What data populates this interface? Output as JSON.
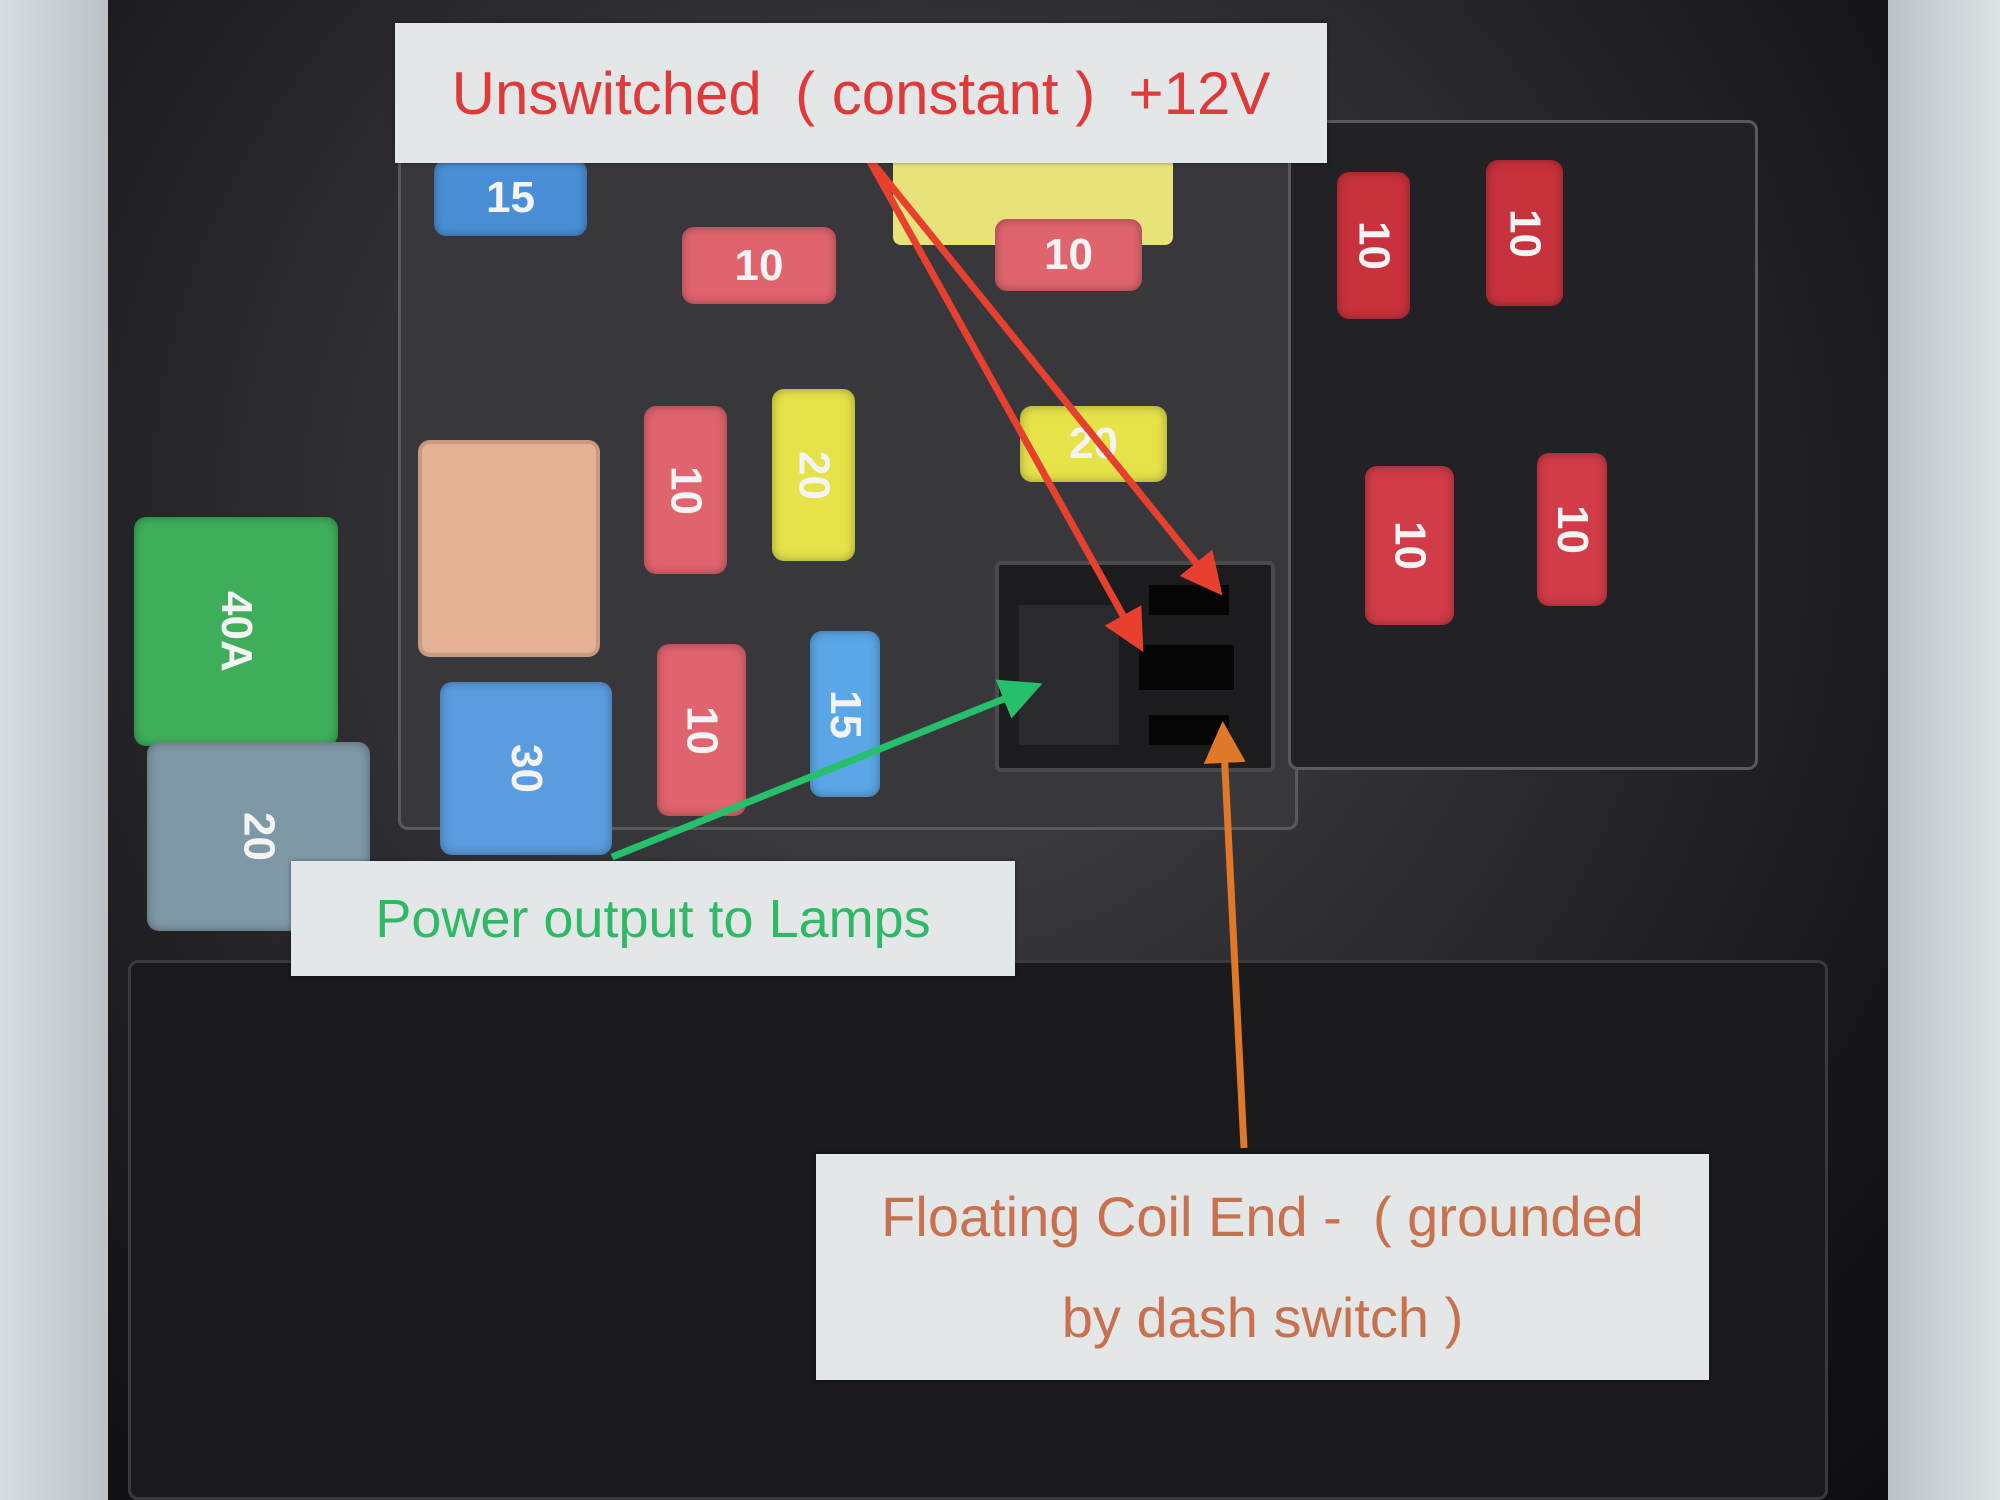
{
  "annotations": {
    "unswitched": {
      "text": "Unswitched  ( constant )  +12V",
      "color": "#e0393a"
    },
    "power_output": {
      "text": "Power output to Lamps",
      "color": "#2fb866"
    },
    "floating_coil": {
      "line1": "Floating Coil End -  ( grounded",
      "line2": "by dash switch )",
      "color": "#c8714e"
    }
  },
  "fuses": [
    {
      "rating": "15",
      "color": "#4a8fd6"
    },
    {
      "rating": "10",
      "color": "#e0646e"
    },
    {
      "rating": "10",
      "color": "#e0646e"
    },
    {
      "rating": "10",
      "color": "#c8323c"
    },
    {
      "rating": "10",
      "color": "#c8323c"
    },
    {
      "rating": "10",
      "color": "#e0646e"
    },
    {
      "rating": "20",
      "color": "#e6e24a"
    },
    {
      "rating": "20",
      "color": "#e6e24a"
    },
    {
      "rating": "40A",
      "color": "#3fae5a"
    },
    {
      "rating": "30",
      "color": "#5b9ce0"
    },
    {
      "rating": "10",
      "color": "#e0646e"
    },
    {
      "rating": "15",
      "color": "#5aa6e6"
    },
    {
      "rating": "20",
      "color": "#7f98a6"
    },
    {
      "rating": "10",
      "color": "#d13c48"
    },
    {
      "rating": "10",
      "color": "#d13c48"
    }
  ]
}
